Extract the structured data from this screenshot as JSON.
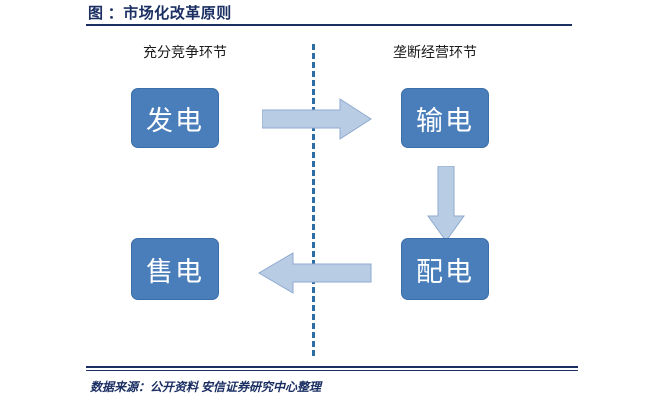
{
  "figure": {
    "title": "图  ：市场化改革原则",
    "source": "数据来源：公开资料 安信证券研究中心整理",
    "colors": {
      "title_navy": "#1b2f63",
      "node_fill": "#4a7ebb",
      "node_border": "#3a6ea8",
      "node_text": "#ffffff",
      "arrow_fill": "#b8cce4",
      "arrow_border": "#8faad0",
      "divider_blue": "#2e6da4",
      "background": "#ffffff"
    }
  },
  "diagram": {
    "type": "flow",
    "sections": [
      {
        "id": "competitive",
        "label": "充分竞争环节",
        "side": "left"
      },
      {
        "id": "monopoly",
        "label": "垄断经营环节",
        "side": "right"
      }
    ],
    "divider": {
      "style": "dashed",
      "orientation": "vertical"
    },
    "nodes": [
      {
        "id": "generation",
        "label": "发电",
        "section": "competitive",
        "position": "top-left"
      },
      {
        "id": "transmission",
        "label": "输电",
        "section": "monopoly",
        "position": "top-right"
      },
      {
        "id": "distribution",
        "label": "配电",
        "section": "monopoly",
        "position": "bottom-right"
      },
      {
        "id": "retail",
        "label": "售电",
        "section": "competitive",
        "position": "bottom-left"
      }
    ],
    "arrows": [
      {
        "id": "gen-to-trans",
        "from": "generation",
        "to": "transmission",
        "direction": "right"
      },
      {
        "id": "trans-to-dist",
        "from": "transmission",
        "to": "distribution",
        "direction": "down"
      },
      {
        "id": "dist-to-retail",
        "from": "distribution",
        "to": "retail",
        "direction": "left"
      }
    ]
  }
}
